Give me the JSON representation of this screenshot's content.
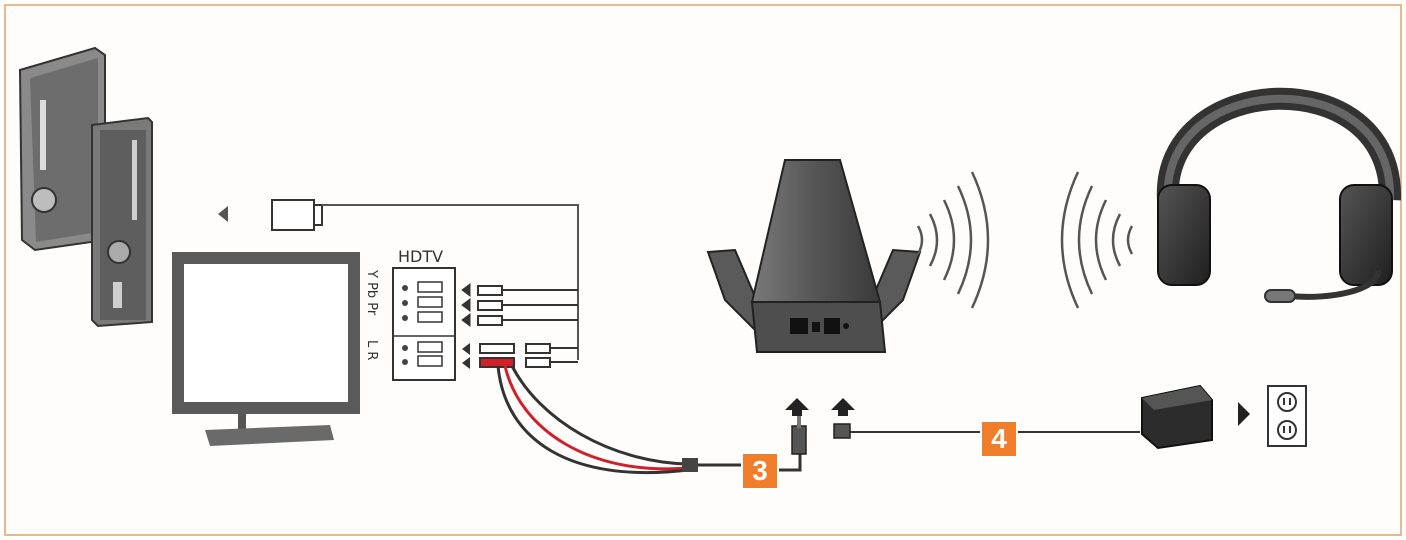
{
  "diagram": {
    "panel_label": "HDTV",
    "panel_side_labels": {
      "video": "Y Pb Pr",
      "audio": "L R"
    },
    "steps": [
      {
        "label": "3"
      },
      {
        "label": "4"
      }
    ]
  },
  "colors": {
    "frame_border": "#e9b98d",
    "step_badge": "#ef7d2a",
    "device_gray": "#4a4a4a",
    "cable_red": "#d0202a"
  },
  "icons": [
    "console-icon",
    "tv-icon",
    "transmitter-icon",
    "wireless-signal-icon",
    "headset-icon",
    "power-adapter-icon",
    "wall-outlet-icon",
    "arrow-icon"
  ]
}
